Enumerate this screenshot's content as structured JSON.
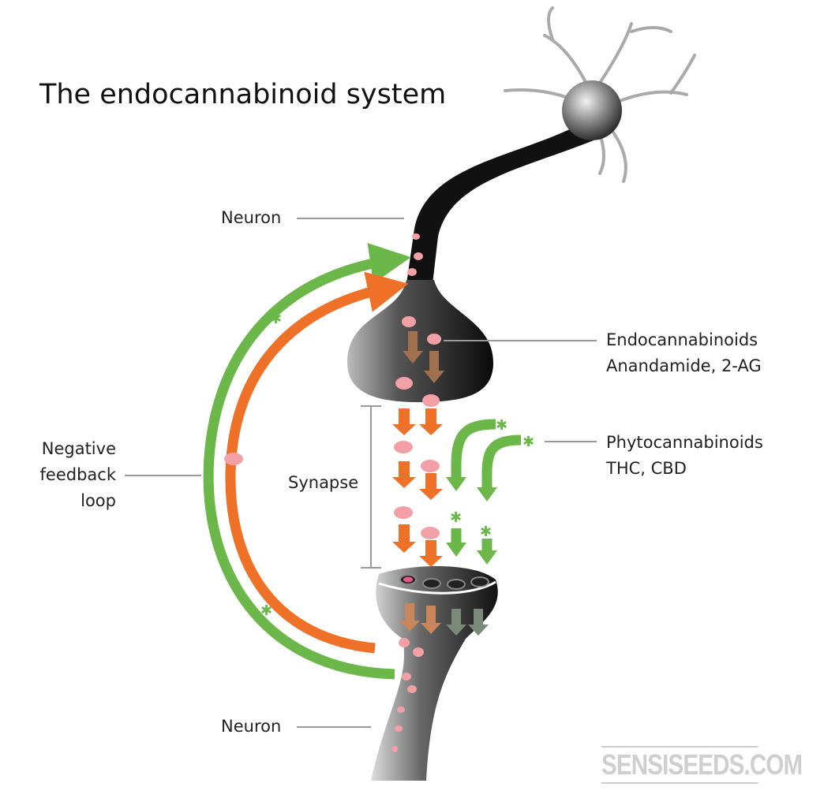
{
  "title": "The endocannabinoid system",
  "labels": {
    "neuron_top": "Neuron",
    "endocannabinoids": "Endocannabinoids",
    "endocannabinoids_examples": "Anandamide, 2-AG",
    "phytocannabinoids": "Phytocannabinoids",
    "phytocannabinoids_examples": "THC, CBD",
    "feedback_line1": "Negative",
    "feedback_line2": "feedback",
    "feedback_line3": "loop",
    "synapse": "Synapse",
    "neuron_bottom": "Neuron"
  },
  "watermark": "SENSISEEDS.COM",
  "colors": {
    "orange": "#ee7127",
    "green": "#6cb74a",
    "pink": "#f2a0a6",
    "neuron": "#1a1a1a",
    "leader": "#9a9a9a"
  }
}
